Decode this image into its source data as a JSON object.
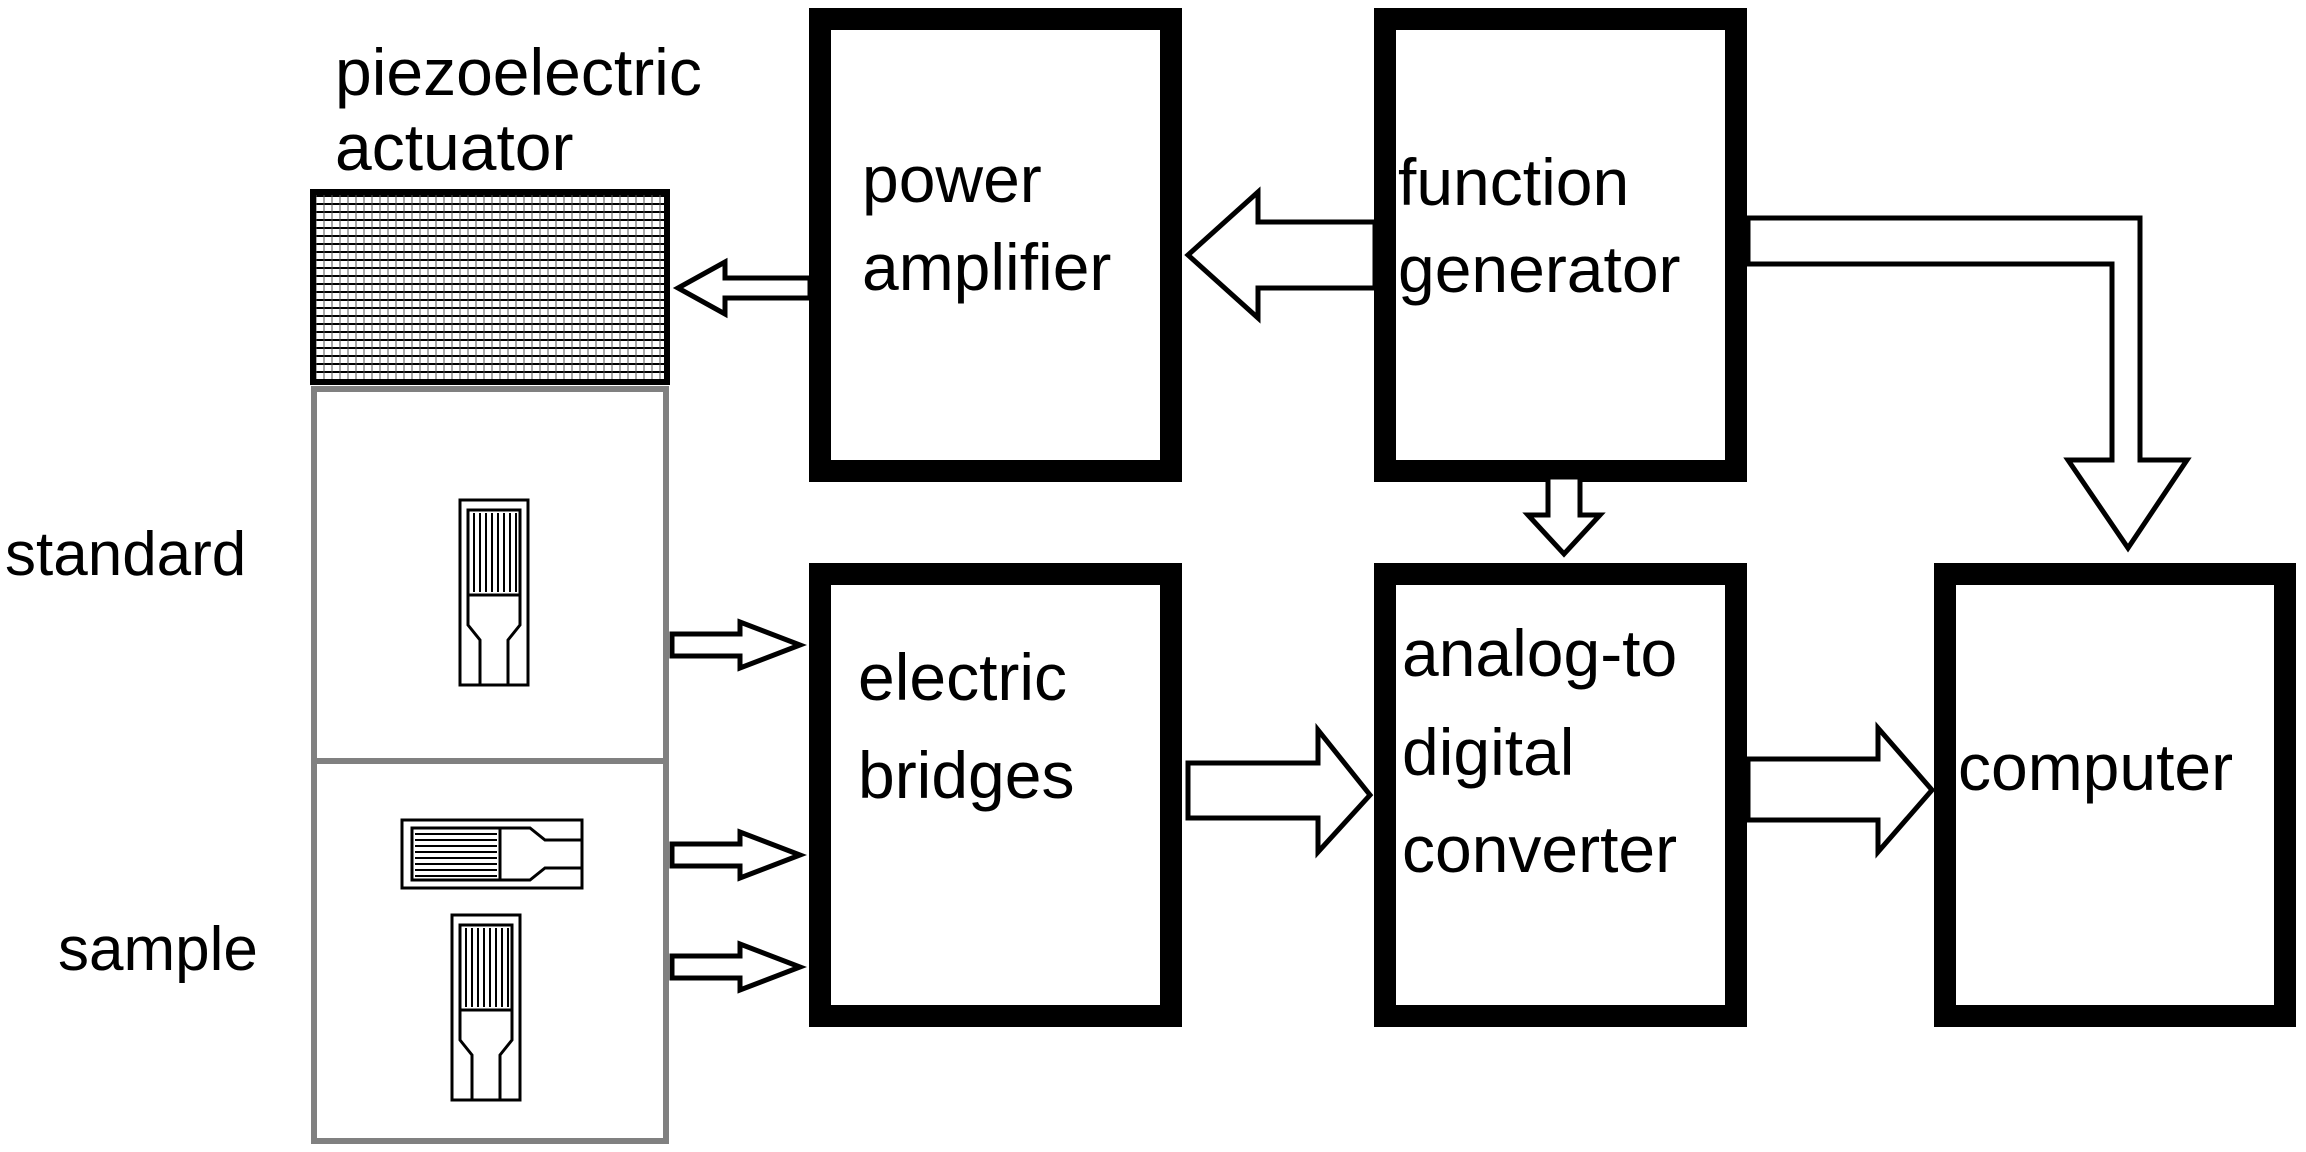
{
  "labels": {
    "piezo_line1": "piezoelectric",
    "piezo_line2": "actuator",
    "standard": "standard",
    "sample": "sample"
  },
  "blocks": {
    "power_amplifier": [
      "power",
      "amplifier"
    ],
    "function_generator": [
      "function",
      "generator"
    ],
    "electric_bridges": [
      "electric",
      "bridges"
    ],
    "adc": [
      "analog-to",
      "digital",
      "converter"
    ],
    "computer": [
      "computer"
    ]
  }
}
